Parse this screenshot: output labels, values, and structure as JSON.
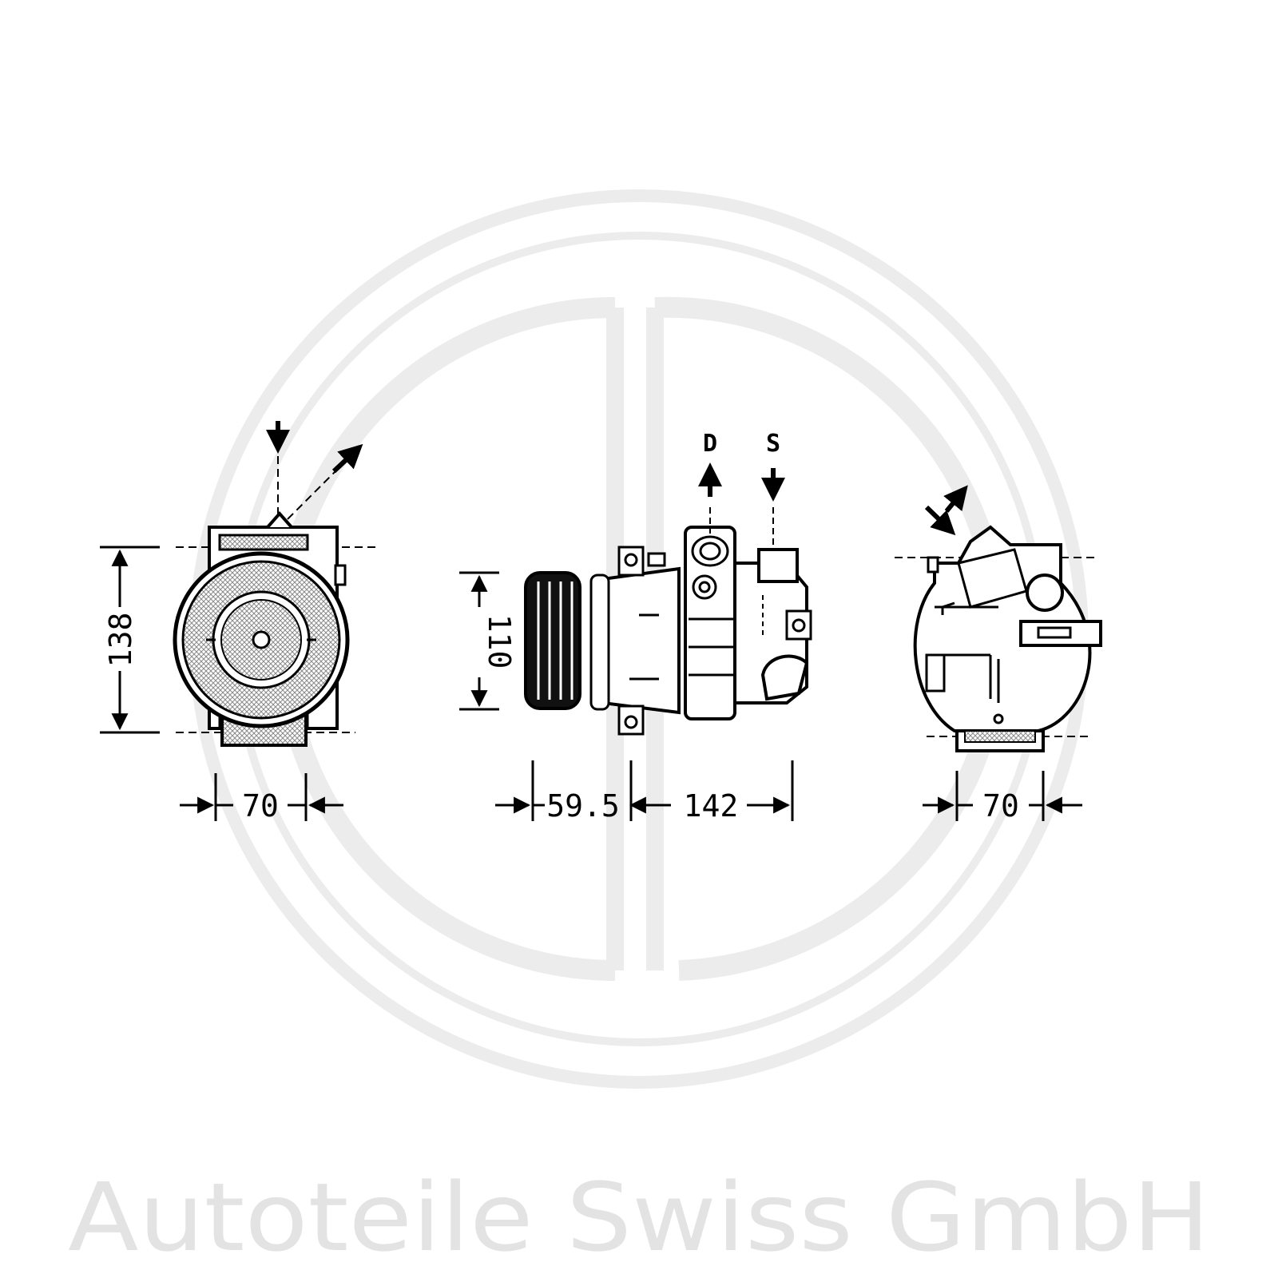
{
  "watermark": {
    "company": "Autoteile Swiss GmbH",
    "color": "#e3e3e3"
  },
  "front_view": {
    "height_dimension": "138",
    "width_dimension": "70"
  },
  "side_view": {
    "height_dimension": "110",
    "pulley_dimension": "59.5",
    "body_dimension": "142",
    "discharge_label": "D",
    "suction_label": "S"
  },
  "rear_view": {
    "width_dimension": "70"
  },
  "colors": {
    "line": "#000000",
    "background": "#ffffff",
    "hatch": "#9a9a9a"
  }
}
